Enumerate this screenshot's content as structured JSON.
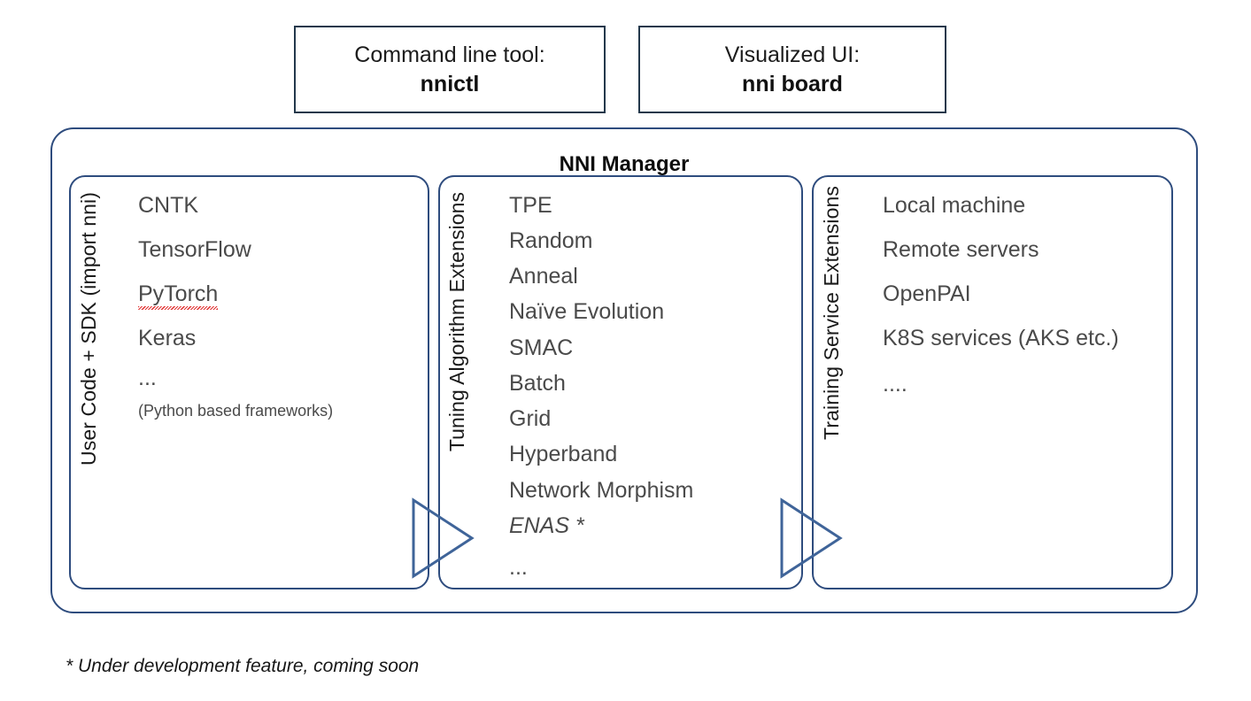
{
  "top_boxes": [
    {
      "caption": "Command line tool:",
      "value": "nnictl",
      "icon": "terminal-icon"
    },
    {
      "caption": "Visualized UI:",
      "value": "nni board",
      "icon": "dashboard-icon"
    }
  ],
  "manager": {
    "title": "NNI Manager"
  },
  "panels": [
    {
      "key": "user_code",
      "side_label": "User Code + SDK (import nni)",
      "items": [
        {
          "text": "CNTK",
          "style": "normal"
        },
        {
          "text": "TensorFlow",
          "style": "normal"
        },
        {
          "text": "PyTorch",
          "style": "spellcheck"
        },
        {
          "text": "Keras",
          "style": "normal"
        },
        {
          "text": "...",
          "style": "dots"
        },
        {
          "text": "(Python based frameworks)",
          "style": "small"
        }
      ]
    },
    {
      "key": "tuning_algorithms",
      "side_label": "Tuning Algorithm Extensions",
      "items": [
        {
          "text": "TPE",
          "style": "normal"
        },
        {
          "text": "Random",
          "style": "normal"
        },
        {
          "text": "Anneal",
          "style": "normal"
        },
        {
          "text": "Naïve Evolution",
          "style": "normal"
        },
        {
          "text": "SMAC",
          "style": "normal"
        },
        {
          "text": "Batch",
          "style": "normal"
        },
        {
          "text": "Grid",
          "style": "normal"
        },
        {
          "text": "Hyperband",
          "style": "normal"
        },
        {
          "text": "Network Morphism",
          "style": "normal"
        },
        {
          "text": "ENAS *",
          "style": "italic"
        },
        {
          "text": "...",
          "style": "dots"
        }
      ]
    },
    {
      "key": "training_services",
      "side_label": "Training Service Extensions",
      "items": [
        {
          "text": "Local machine",
          "style": "normal"
        },
        {
          "text": "Remote servers",
          "style": "normal"
        },
        {
          "text": "OpenPAI",
          "style": "normal"
        },
        {
          "text": "K8S services (AKS etc.)",
          "style": "normal"
        },
        {
          "text": "....",
          "style": "dots"
        }
      ]
    }
  ],
  "arrows": [
    {
      "name": "arrow-user-to-tuning",
      "direction": "right"
    },
    {
      "name": "arrow-tuning-to-training",
      "direction": "right"
    }
  ],
  "footnote": "* Under development feature, coming soon",
  "colors": {
    "box_border_dark": "#23384b",
    "container_border": "#2e4c7e",
    "panel_border": "#2e4c7e",
    "arrow_stroke": "#3f6499",
    "text_primary": "#1a1a1a",
    "text_list": "#4a4a4a",
    "spellcheck_underline": "#e03030"
  }
}
